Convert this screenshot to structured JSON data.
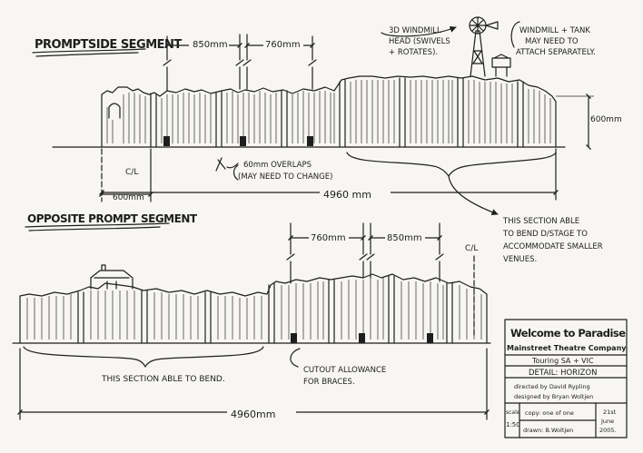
{
  "promptside": {
    "heading": "PROMPTSIDE SEGMENT",
    "dim_850": "850mm",
    "dim_760": "760mm",
    "dim_600_height": "600mm",
    "cl": "C/L",
    "dim_600": "600mm",
    "dim_total": "4960 mm",
    "overlaps_1": "60mm OVERLAPS",
    "overlaps_2": "(MAY NEED TO CHANGE)",
    "windmill_head_1": "3D WINDMILL",
    "windmill_head_2": "HEAD (SWIVELS",
    "windmill_head_3": "+ ROTATES).",
    "windmill_tank_1": "WINDMILL + TANK",
    "windmill_tank_2": "MAY NEED TO",
    "windmill_tank_3": "ATTACH SEPARATELY.",
    "bend_1": "THIS SECTION ABLE",
    "bend_2": "TO BEND D/STAGE TO",
    "bend_3": "ACCOMMODATE SMALLER",
    "bend_4": "VENUES."
  },
  "opposite": {
    "heading": "OPPOSITE PROMPT SEGMENT",
    "dim_760": "760mm",
    "dim_850": "850mm",
    "cl": "C/L",
    "bend": "THIS SECTION ABLE TO BEND.",
    "cutout_1": "CUTOUT ALLOWANCE",
    "cutout_2": "FOR BRACES.",
    "dim_total": "4960mm"
  },
  "title_block": {
    "title": "Welcome to Paradise",
    "company": "Mainstreet Theatre Company",
    "tour": "Touring SA + VIC",
    "detail": "DETAIL: HORIZON",
    "director": "directed by David Rypling",
    "designer": "designed by Bryan Woltjen",
    "scale_label": "scale",
    "scale_value": "1:50",
    "copy": "copy: one of one",
    "drawn": "drawn: B.Woltjen",
    "date_1": "21st",
    "date_2": "June",
    "date_3": "2005."
  }
}
